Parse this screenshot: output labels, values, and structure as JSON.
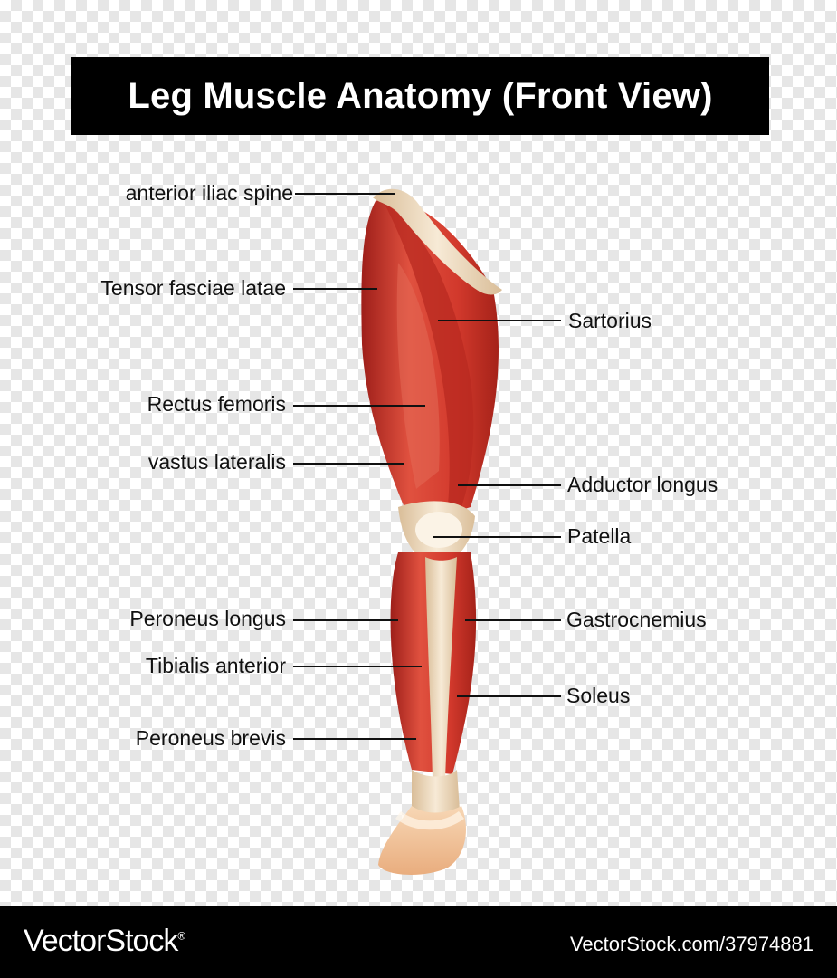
{
  "title": "Leg Muscle Anatomy (Front View)",
  "labels_left": [
    "anterior iliac spine",
    "Tensor fasciae latae",
    "Rectus femoris",
    "vastus lateralis",
    "Peroneus longus",
    "Tibialis anterior",
    "Peroneus brevis"
  ],
  "labels_right": [
    "Sartorius",
    "Adductor longus",
    "Patella",
    "Gastrocnemius",
    "Soleus"
  ],
  "footer": {
    "logo": "VectorStock",
    "logo_mark": "®",
    "url": "VectorStock.com/37974881"
  },
  "colors": {
    "muscle": "#d2392c",
    "muscle_dark": "#9e1f1a",
    "tendon": "#f0dcc0",
    "skin": "#f3c9a0"
  }
}
